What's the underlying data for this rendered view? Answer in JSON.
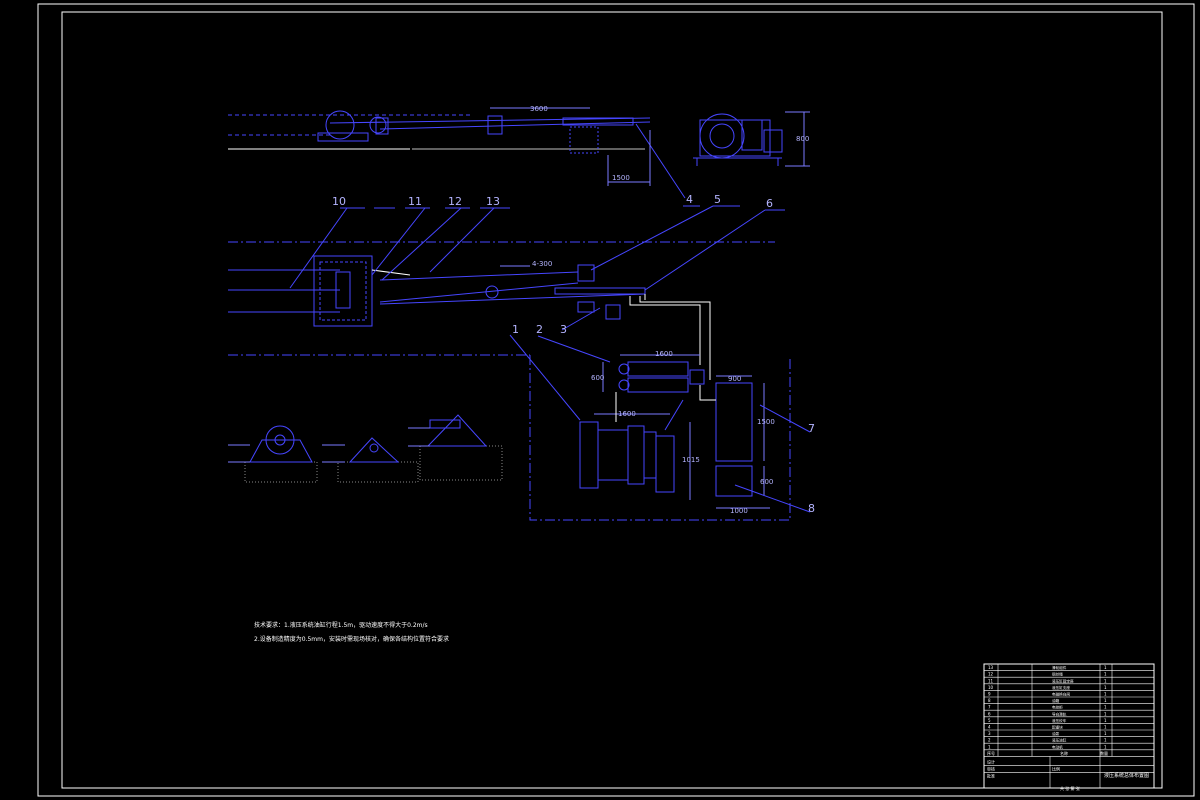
{
  "colors": {
    "background": "#000000",
    "frame": "#ffffff",
    "lines": "#4646ff",
    "dims": "#7a7aff",
    "text": "#b4b4ff",
    "cyan": "#40ffff",
    "yellow": "#ffd040"
  },
  "top_view": {
    "dim_span": "3600",
    "dim_lower": "1500",
    "winch_height": "800",
    "labels": [
      "4",
      "5",
      "6"
    ]
  },
  "mid_view": {
    "labels": [
      "10",
      "11",
      "12",
      "13"
    ],
    "dim_small": "4-300"
  },
  "equipment": {
    "labels": [
      "1",
      "2",
      "3",
      "7",
      "8"
    ],
    "dim_cylinder_len": "1600",
    "dim_cylinder_h": "600",
    "dim_pump_w": "1600",
    "dim_pump_h": "1015",
    "dim_tank_w": "900",
    "dim_tank_h": "1500",
    "dim_tank_h2": "600",
    "dim_tank_w2": "1000"
  },
  "notes": {
    "line1": "技术要求：1.液压系统油缸行程1.5m，驱动速度不得大于0.2m/s",
    "line2": "2.设备制造精度为0.5mm，安装时需现场核对，确保各结构位置符合要求"
  },
  "title_block": {
    "rows": [
      {
        "no": "13",
        "name": "滑轮组件",
        "qty": "1"
      },
      {
        "no": "12",
        "name": "钢丝绳",
        "qty": "1"
      },
      {
        "no": "11",
        "name": "液压缸固定座",
        "qty": "1"
      },
      {
        "no": "10",
        "name": "液压缸支座",
        "qty": "1"
      },
      {
        "no": "9",
        "name": "电磁换向阀",
        "qty": "1"
      },
      {
        "no": "8",
        "name": "油箱",
        "qty": "1"
      },
      {
        "no": "7",
        "name": "电控柜",
        "qty": "1"
      },
      {
        "no": "6",
        "name": "导向滑轨",
        "qty": "1"
      },
      {
        "no": "5",
        "name": "液压绞车",
        "qty": "1"
      },
      {
        "no": "4",
        "name": "配重块",
        "qty": "1"
      },
      {
        "no": "3",
        "name": "油泵",
        "qty": "1"
      },
      {
        "no": "2",
        "name": "液压油缸",
        "qty": "1"
      },
      {
        "no": "1",
        "name": "电动机",
        "qty": "1"
      }
    ],
    "header_no": "序号",
    "header_name": "名称",
    "header_qty": "数量",
    "design": "设计",
    "check": "审核",
    "approve": "批准",
    "scale": "比例",
    "drawing_title": "液压系统总体布置图",
    "sheet_info": "共 张 第 张"
  }
}
